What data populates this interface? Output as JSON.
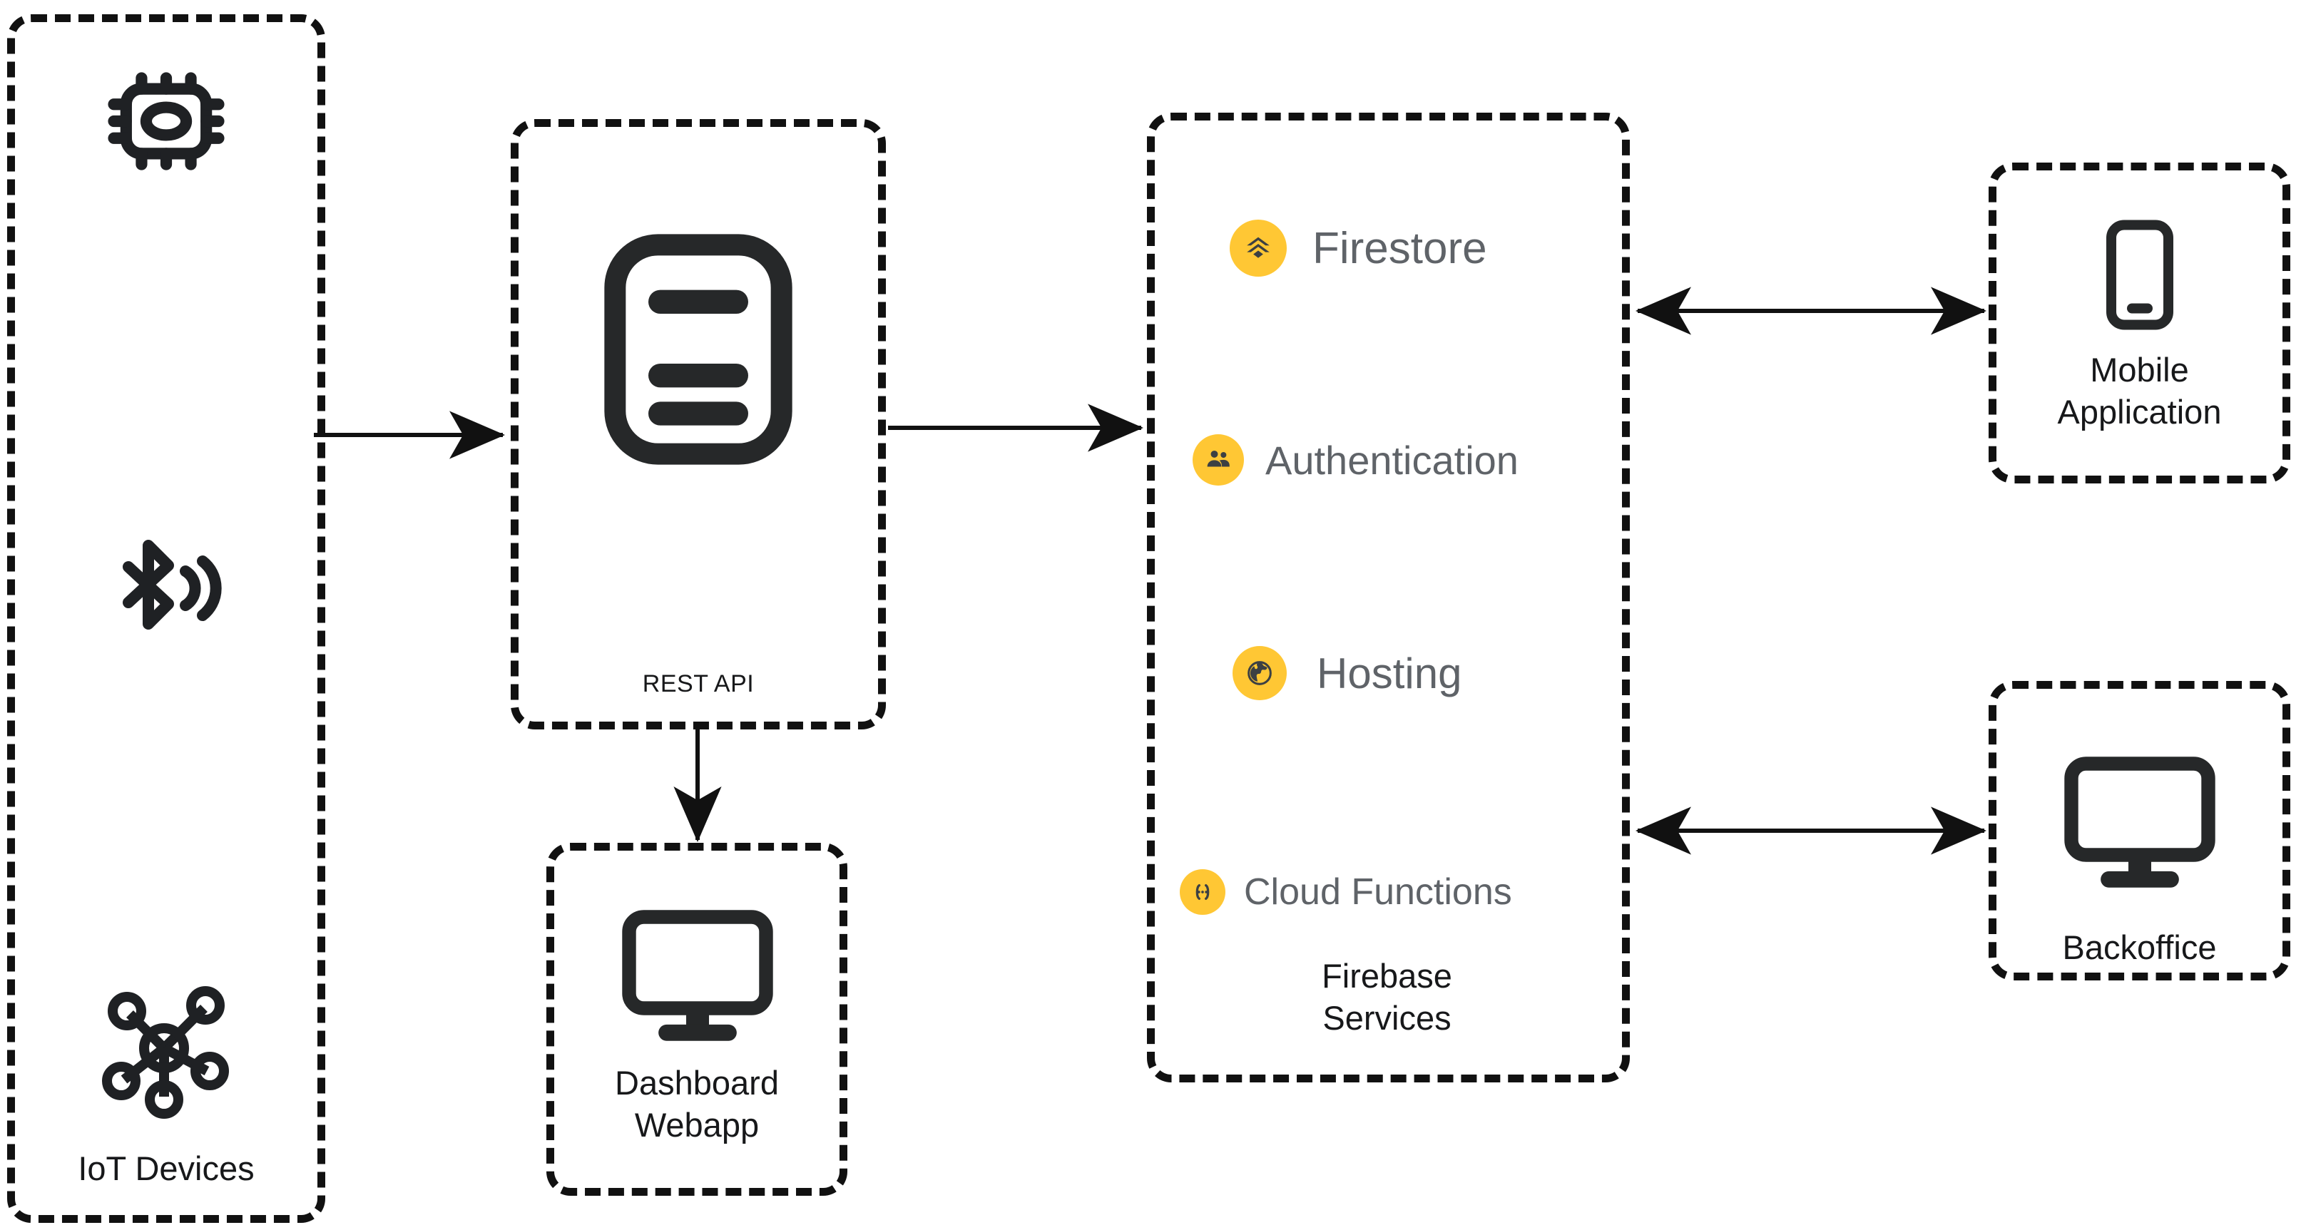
{
  "diagram": {
    "title": "IoT to Firebase architecture diagram",
    "background_color": "#ffffff",
    "border_color": "#111111",
    "accent_color": "#FFC734",
    "service_text_color": "#5f6368",
    "label_text_color": "#17181a"
  },
  "nodes": {
    "iot_devices": {
      "label": "IoT Devices",
      "icons": [
        "chip-icon",
        "bluetooth-icon",
        "iot-network-icon"
      ]
    },
    "rest_api": {
      "label": "REST API",
      "icons": [
        "api-document-icon"
      ]
    },
    "dashboard_webapp": {
      "label": "Dashboard\nWebapp",
      "icons": [
        "monitor-icon"
      ]
    },
    "firebase_services": {
      "label": "Firebase\nServices",
      "services": [
        {
          "name": "Firestore",
          "icon": "firestore-icon"
        },
        {
          "name": "Authentication",
          "icon": "authentication-icon"
        },
        {
          "name": "Hosting",
          "icon": "hosting-icon"
        },
        {
          "name": "Cloud Functions",
          "icon": "cloud-functions-icon"
        }
      ]
    },
    "mobile_application": {
      "label": "Mobile\nApplication",
      "icons": [
        "smartphone-icon"
      ]
    },
    "backoffice": {
      "label": "Backoffice",
      "icons": [
        "monitor-icon"
      ]
    }
  },
  "connections": [
    {
      "from": "iot_devices",
      "to": "rest_api",
      "direction": "one-way"
    },
    {
      "from": "rest_api",
      "to": "firebase_services",
      "direction": "one-way"
    },
    {
      "from": "rest_api",
      "to": "dashboard_webapp",
      "direction": "one-way"
    },
    {
      "from": "firebase_services",
      "to": "mobile_application",
      "direction": "two-way"
    },
    {
      "from": "firebase_services",
      "to": "backoffice",
      "direction": "two-way"
    }
  ]
}
